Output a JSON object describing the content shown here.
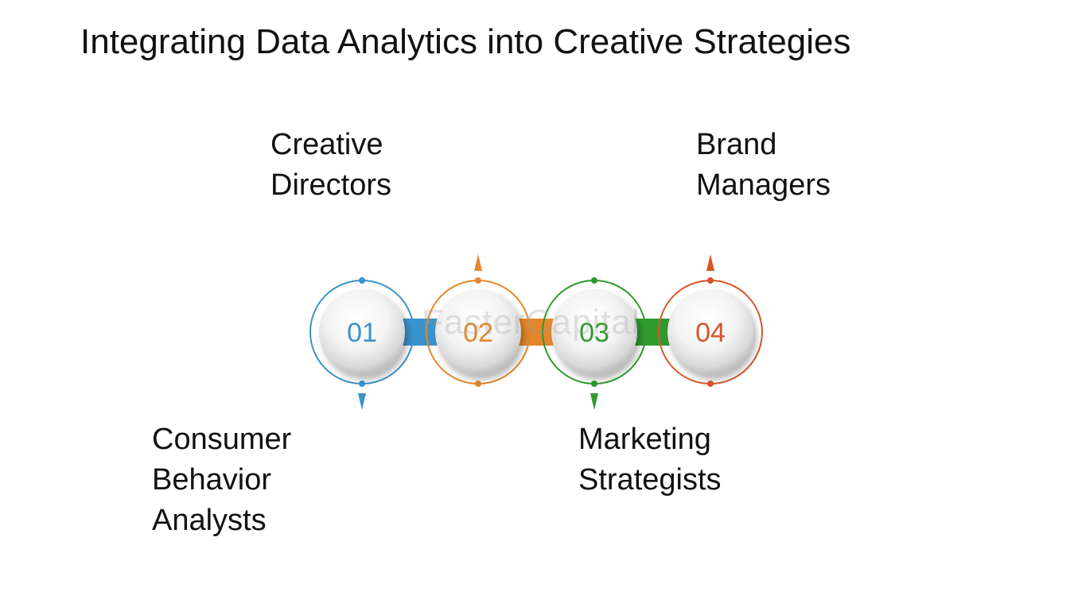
{
  "title": "Integrating Data Analytics into Creative Strategies",
  "steps": [
    {
      "number": "01",
      "label_lines": [
        "Consumer",
        "Behavior",
        "Analysts"
      ],
      "color": "#3a93cc",
      "pointer": "down"
    },
    {
      "number": "02",
      "label_lines": [
        "Creative",
        "Directors"
      ],
      "color": "#e4872c",
      "pointer": "up"
    },
    {
      "number": "03",
      "label_lines": [
        "Marketing",
        "Strategists"
      ],
      "color": "#2f9a2f",
      "pointer": "down"
    },
    {
      "number": "04",
      "label_lines": [
        "Brand",
        "Managers"
      ],
      "color": "#d9552a",
      "pointer": "up"
    }
  ],
  "watermark": "FasterCapital"
}
